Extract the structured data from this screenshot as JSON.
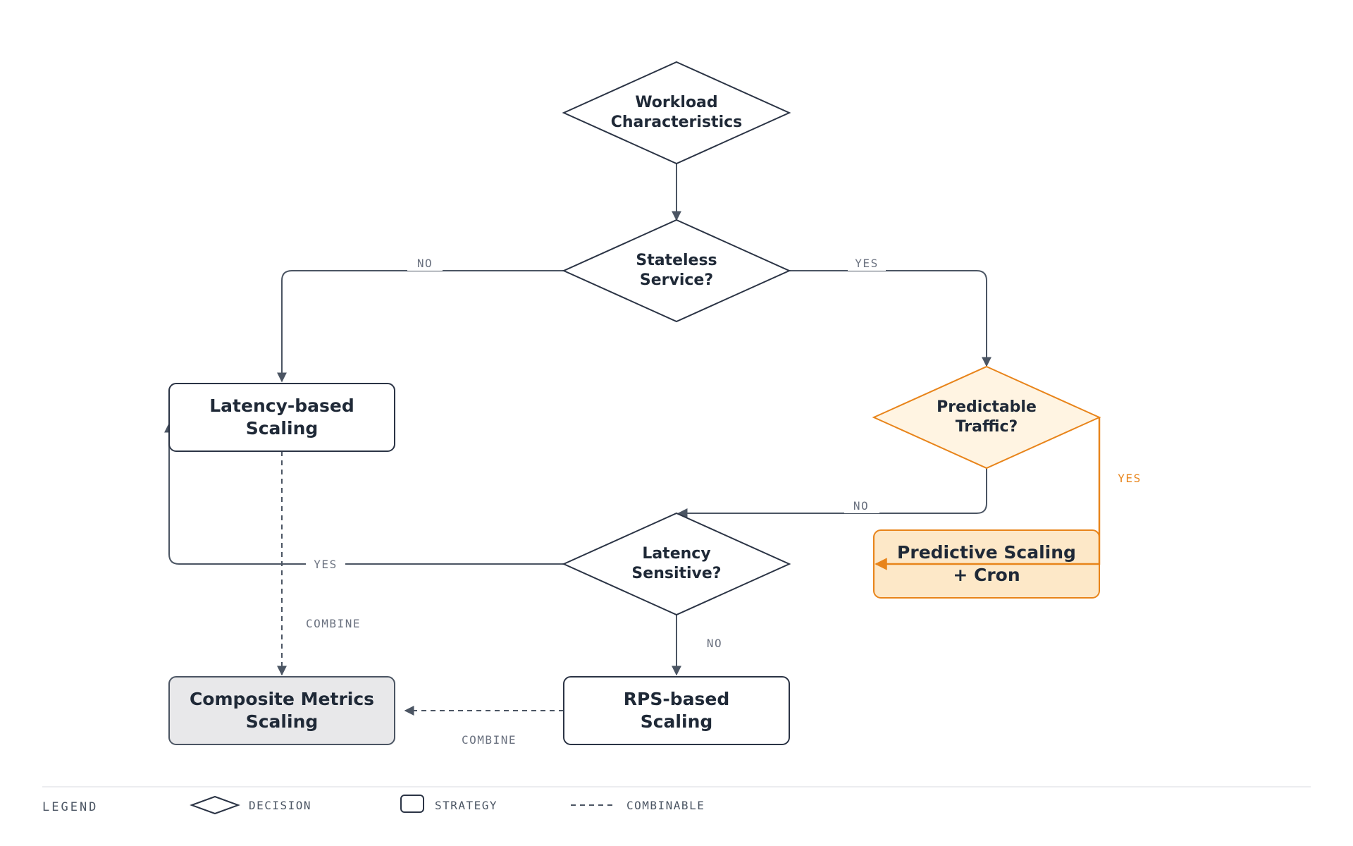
{
  "colors": {
    "stroke": "#2b3445",
    "edge": "#4b5563",
    "accent": "#e8841a",
    "accent_fill": "#fff4e2",
    "accent_fill_strong": "#fde8c8",
    "composite_fill": "#e8e8ea",
    "white": "#ffffff"
  },
  "nodes": {
    "workload": {
      "line1": "Workload",
      "line2": "Characteristics"
    },
    "stateless": {
      "line1": "Stateless",
      "line2": "Service?"
    },
    "predictable": {
      "line1": "Predictable",
      "line2": "Traffic?"
    },
    "latency_sensitive": {
      "line1": "Latency",
      "line2": "Sensitive?"
    },
    "latency_scaling": {
      "line1": "Latency-based",
      "line2": "Scaling"
    },
    "predictive_scaling": {
      "line1": "Predictive Scaling",
      "line2": "+ Cron"
    },
    "rps_scaling": {
      "line1": "RPS-based",
      "line2": "Scaling"
    },
    "composite_scaling": {
      "line1": "Composite Metrics",
      "line2": "Scaling"
    }
  },
  "edge_labels": {
    "stateless_no": "NO",
    "stateless_yes": "YES",
    "predictable_yes": "YES",
    "predictable_no": "NO",
    "latency_yes": "YES",
    "latency_no": "NO",
    "combine_vertical": "COMBINE",
    "combine_horizontal": "COMBINE"
  },
  "legend": {
    "title": "LEGEND",
    "decision": "DECISION",
    "strategy": "STRATEGY",
    "combinable": "COMBINABLE"
  }
}
